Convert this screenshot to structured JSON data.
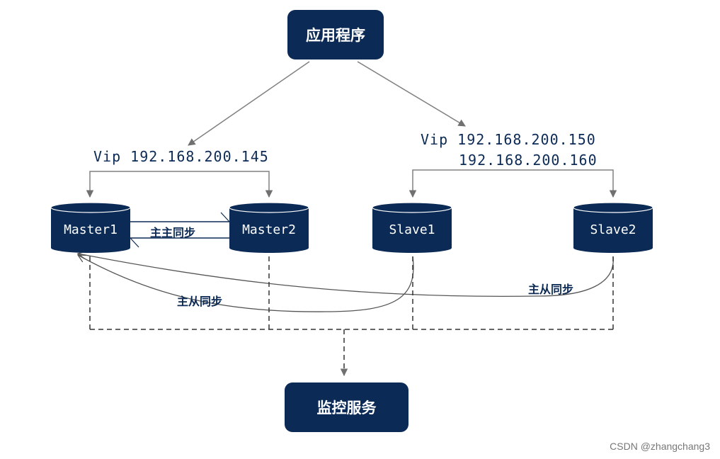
{
  "nodes": {
    "app": "应用程序",
    "monitor": "监控服务",
    "master1": "Master1",
    "master2": "Master2",
    "slave1": "Slave1",
    "slave2": "Slave2"
  },
  "vip_master": "Vip 192.168.200.145",
  "vip_slave_line1": "Vip 192.168.200.150",
  "vip_slave_line2": "192.168.200.160",
  "sync_labels": {
    "master_master": "主主同步",
    "master_slave_left": "主从同步",
    "master_slave_right": "主从同步"
  },
  "watermark": "CSDN @zhangchang3",
  "colors": {
    "node": "#0b2a55",
    "line": "#808080"
  }
}
